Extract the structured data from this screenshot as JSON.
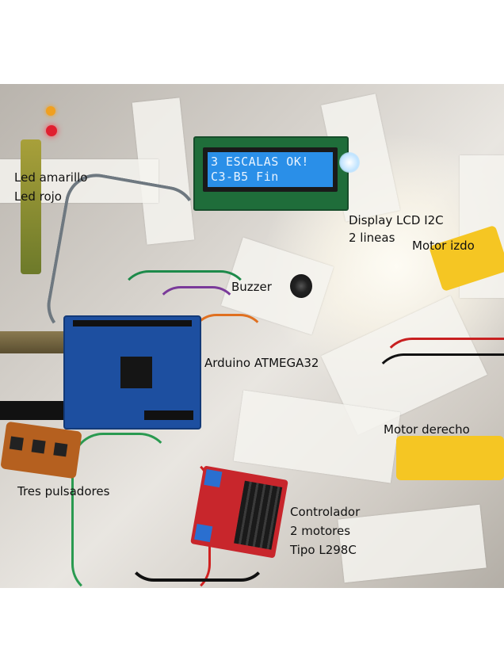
{
  "lcd": {
    "line1": "3 ESCALAS OK!",
    "line2": "C3-B5 Fin"
  },
  "labels": {
    "led_yellow": "Led  amarillo",
    "led_red": "Led rojo",
    "display_1": "Display LCD I2C",
    "display_2": "2 lineas",
    "motor_left": "Motor izdo",
    "buzzer": "Buzzer",
    "arduino": "Arduino ATMEGA32",
    "motor_right": "Motor derecho",
    "buttons": "Tres pulsadores",
    "controller_1": "Controlador",
    "controller_2": "2 motores",
    "controller_3": "Tipo L298C"
  },
  "colors": {
    "pcb_blue": "#1d4fa0",
    "pcb_red": "#c8262c",
    "lcd_green": "#1f6d3a",
    "lcd_screen": "#2a8fe8",
    "motor_yellow": "#f5c623",
    "led_yellow": "#f0a020",
    "led_red": "#e02030"
  }
}
